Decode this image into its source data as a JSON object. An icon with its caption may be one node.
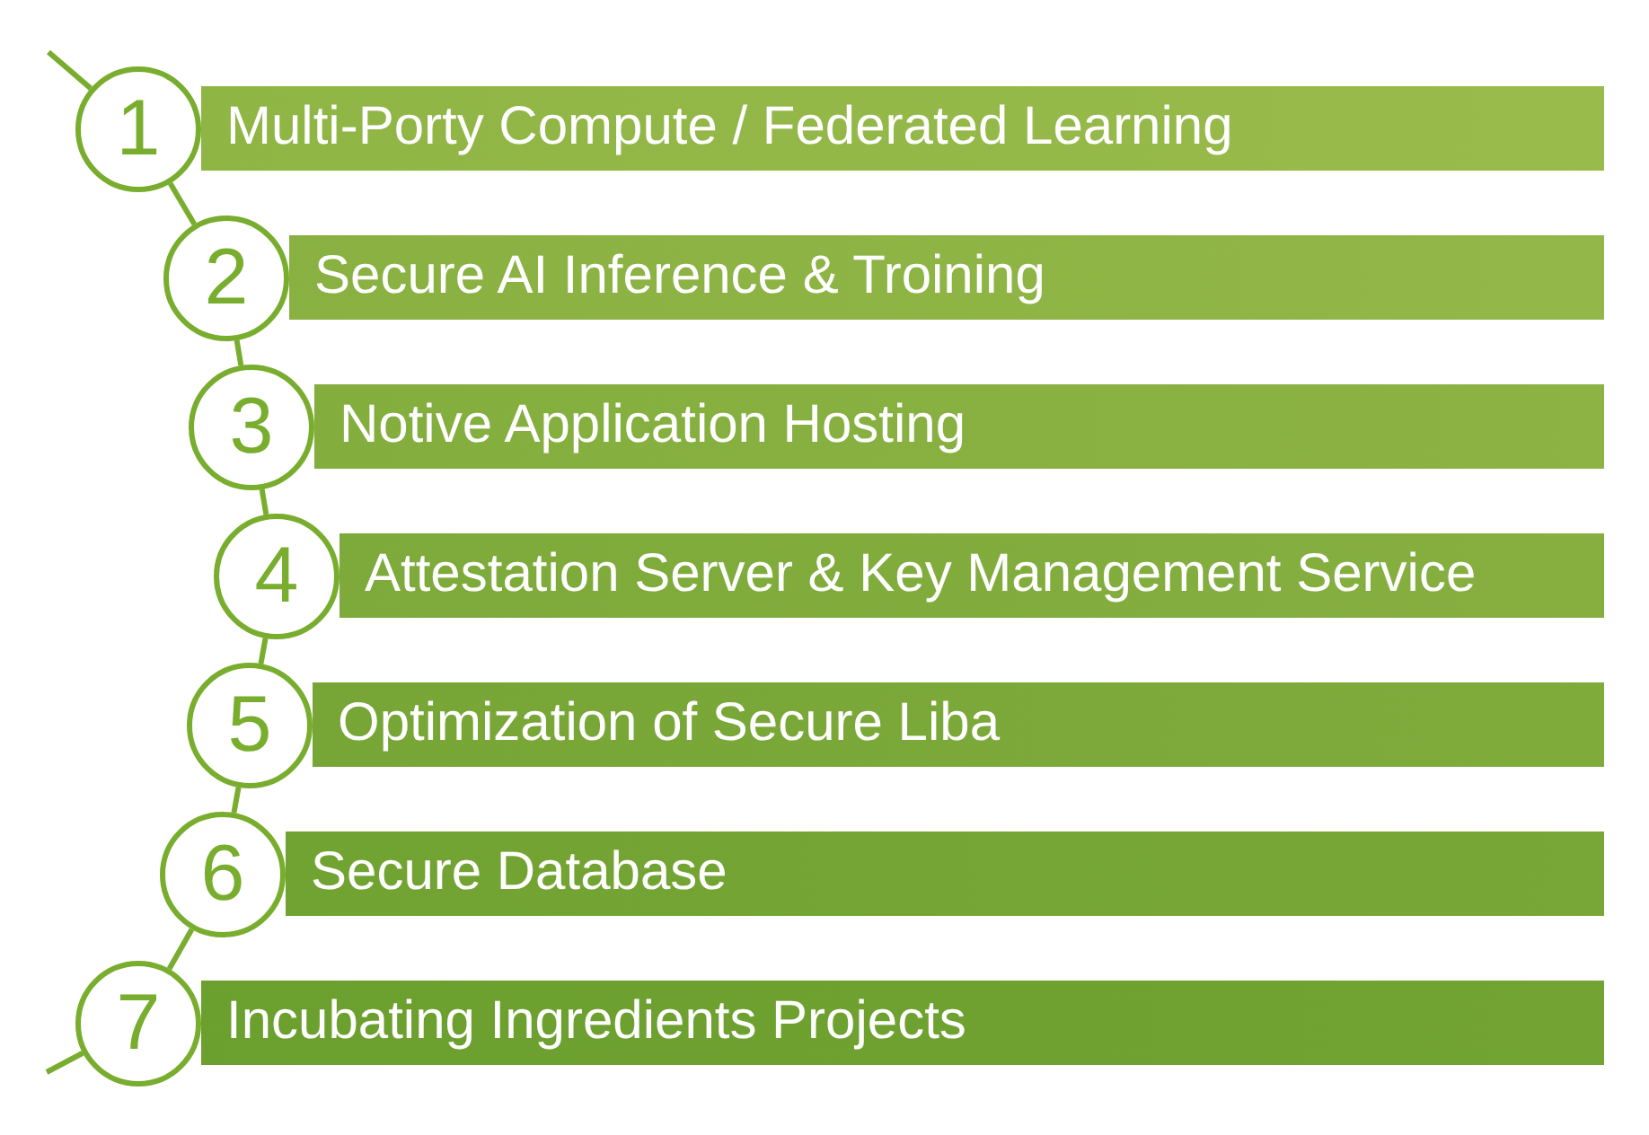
{
  "diagram": {
    "nodes": [
      {
        "text": [
          "1"
        ]
      },
      {
        "text": [
          "Multi-Porty Compute / Federated Learning"
        ]
      },
      {
        "text": [
          "2"
        ]
      },
      {
        "text": [
          "Secure AI Inference & Troining"
        ]
      },
      {
        "text": [
          "3"
        ]
      },
      {
        "text": [
          "Notive Application Hosting"
        ]
      },
      {
        "text": [
          "4"
        ]
      },
      {
        "text": [
          "Attestation Server & Key Management Service"
        ]
      },
      {
        "text": [
          "5"
        ]
      },
      {
        "text": [
          "Optimization of Secure Liba"
        ]
      },
      {
        "text": [
          "6"
        ]
      },
      {
        "text": [
          "Secure Database"
        ]
      },
      {
        "text": [
          "7"
        ]
      },
      {
        "text": [
          "Incubating Ingredients Projects"
        ]
      }
    ],
    "edges": [
      {
        "from": null,
        "to": 0,
        "arrow": "none"
      },
      {
        "from": 0,
        "to": 2,
        "arrow": "none"
      },
      {
        "from": 2,
        "to": 4,
        "arrow": "none"
      },
      {
        "from": 4,
        "to": 6,
        "arrow": "none"
      },
      {
        "from": 6,
        "to": 8,
        "arrow": "none"
      },
      {
        "from": 8,
        "to": 10,
        "arrow": "none"
      },
      {
        "from": 10,
        "to": 12,
        "arrow": "none"
      },
      {
        "from": 12,
        "to": null,
        "arrow": "none"
      }
    ]
  }
}
